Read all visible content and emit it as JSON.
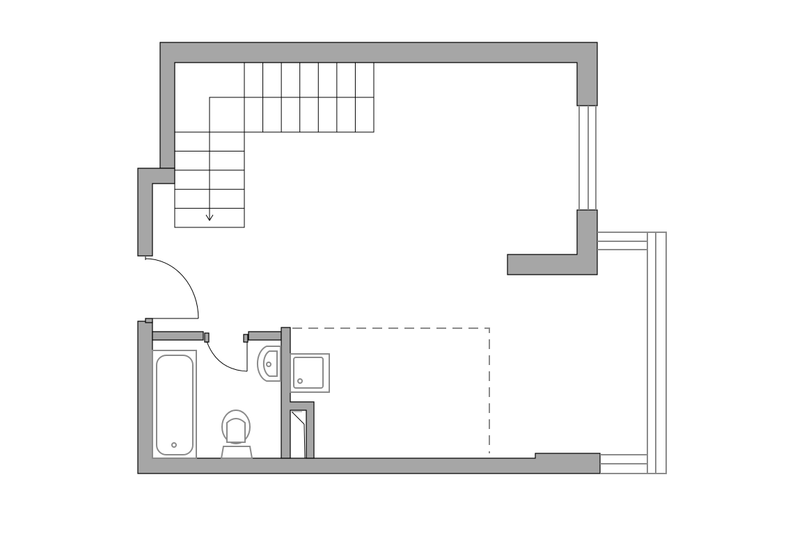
{
  "colors": {
    "background": "#ffffff",
    "wall_fill": "#a6a6a6",
    "wall_outline": "#000000",
    "fixture_stroke": "#8a8a8a",
    "window_stroke": "#8a8a8a",
    "line": "#000000"
  },
  "stairs": {
    "upper_flight_treads": 7,
    "side_flight_treads": 5,
    "direction": "down"
  },
  "icons": {
    "bathtub": "bathtub-icon",
    "toilet": "toilet-icon",
    "sink": "sink-icon",
    "shower": "shower-tray-icon",
    "door": "door-swing-icon",
    "window": "window-icon"
  }
}
